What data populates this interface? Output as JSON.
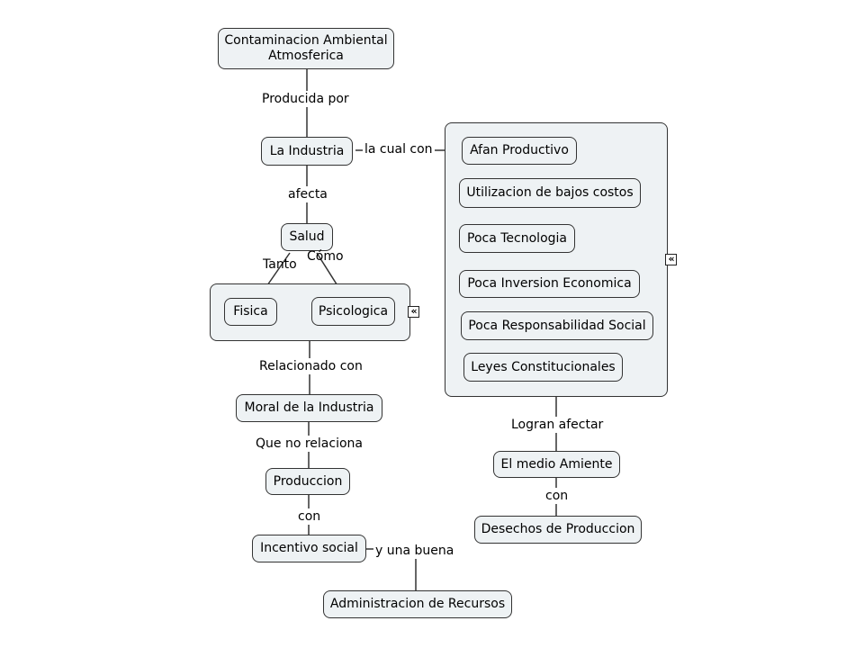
{
  "nodes": {
    "contaminacion": "Contaminacion Ambiental Atmosferica",
    "industria": "La Industria",
    "salud": "Salud",
    "fisica": "Fisica",
    "psicologica": "Psicologica",
    "moral": "Moral de la Industria",
    "produccion": "Produccion",
    "incentivo": "Incentivo social",
    "administracion": "Administracion de Recursos",
    "afan": "Afan Productivo",
    "utilizacion": "Utilizacion de bajos costos",
    "tecnologia": "Poca Tecnologia",
    "inversion": "Poca Inversion Economica",
    "responsabilidad": "Poca Responsabilidad Social",
    "leyes": "Leyes Constitucionales",
    "medio": "El medio Amiente",
    "desechos": "Desechos de Produccion"
  },
  "links": {
    "producida": "Producida por",
    "cual": "la cual con",
    "afecta": "afecta",
    "tanto": "Tanto",
    "como": "Cómo",
    "relacionado": "Relacionado con",
    "queno": "Que no relaciona",
    "con1": "con",
    "buena": "y una buena",
    "logran": "Logran afectar",
    "con2": "con"
  },
  "icons": {
    "collapse_left": "collapse-icon",
    "collapse_right": "collapse-icon"
  },
  "colors": {
    "node_fill": "#eef2f4",
    "border": "#333333",
    "line": "#333333"
  }
}
